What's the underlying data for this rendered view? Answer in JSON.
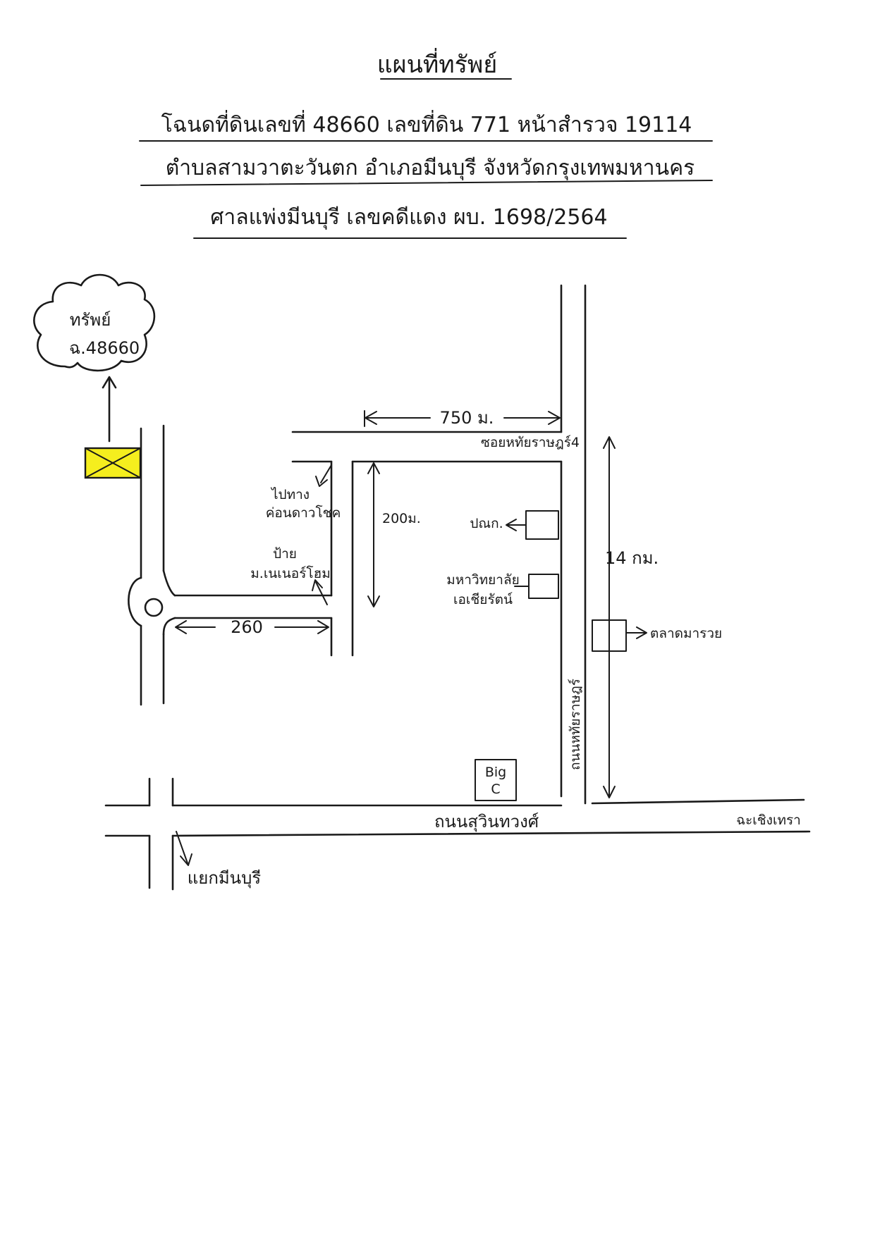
{
  "header": {
    "title": "แผนที่ทรัพย์",
    "line1": "โฉนดที่ดินเลขที่ 48660 เลขที่ดิน 771 หน้าสำรวจ 19114",
    "line2": "ตำบลสามวาตะวันตก อำเภอมีนบุรี จังหวัดกรุงเทพมหานคร",
    "line3": "ศาลแพ่งมีนบุรี เลขคดีแดง ผบ. 1698/2564"
  },
  "property": {
    "label": "ทรัพย์",
    "deed": "ฉ.48660",
    "marker_color": "#f5ee1e"
  },
  "roads": {
    "soi_4": "ซอยหทัยราษฎร์4",
    "hathairat": "ถนนหทัยราษฎร์",
    "suwinthawong": "ถนนสุวินทวงศ์",
    "chachoengsao": "ฉะเชิงเทรา",
    "minburi_junction": "แยกมีนบุรี"
  },
  "distances": {
    "d750": "750 ม.",
    "d200": "200ม.",
    "d260": "260",
    "d14": "14 กม."
  },
  "landmarks": {
    "sign1_line1": "ไปทาง",
    "sign1_line2": "ค่อนดาวโชค",
    "sign2_line1": "ป้าย",
    "sign2_line2": "ม.เนเนอร์โฮม",
    "post_office": "ปณก.",
    "university_line1": "มหาวิทยาลัย",
    "university_line2": "เอเชียรัตน์",
    "market": "ตลาดมารวย",
    "bigc_line1": "Big",
    "bigc_line2": "C"
  }
}
